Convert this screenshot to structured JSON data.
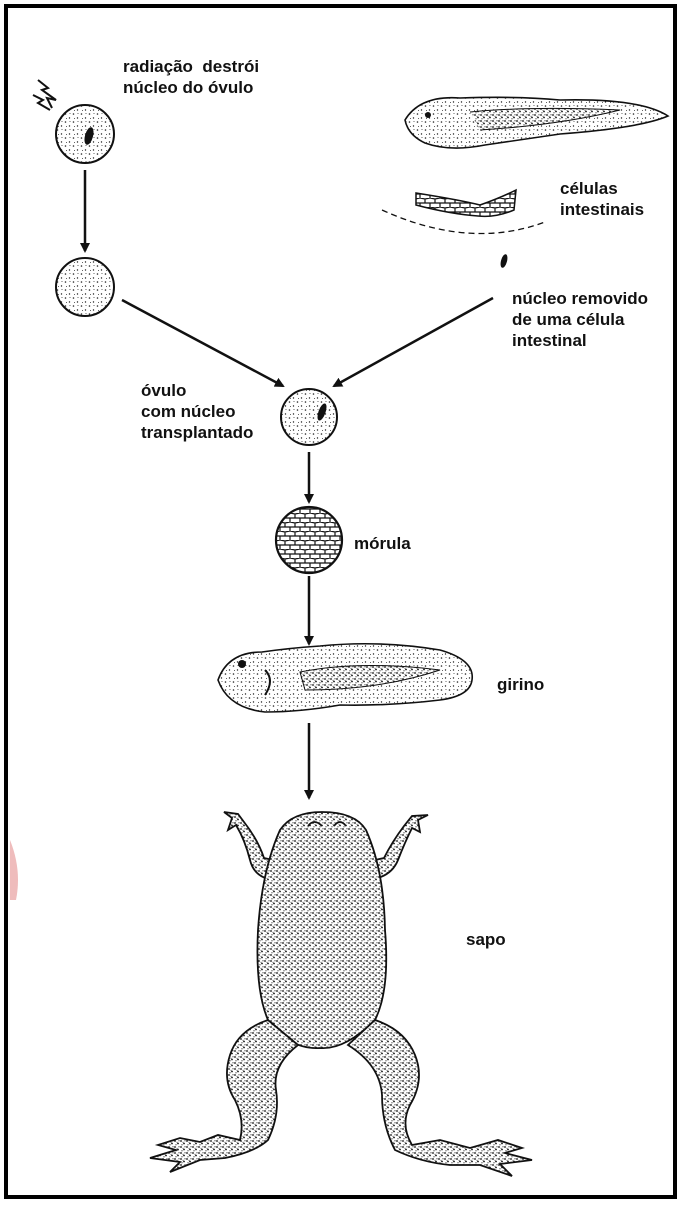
{
  "labels": {
    "radiation": "radiação  destrói\nnúcleo do óvulo",
    "intestinal_cells": "células\nintestinais",
    "nucleus_removed": "núcleo removido\nde uma célula\nintestinal",
    "egg_transplanted": "óvulo\ncom núcleo\ntransplantado",
    "morula": "mórula",
    "tadpole": "girino",
    "frog": "sapo"
  },
  "colors": {
    "ink": "#111111",
    "border": "#000000",
    "watermark": "#e8a0a0"
  },
  "icons": [
    "radiation-bolt-icon",
    "egg-with-nucleus",
    "enucleated-egg",
    "donor-tadpole",
    "intestine-tissue",
    "intestinal-nucleus",
    "transplanted-egg",
    "morula-cluster",
    "tadpole",
    "frog"
  ]
}
